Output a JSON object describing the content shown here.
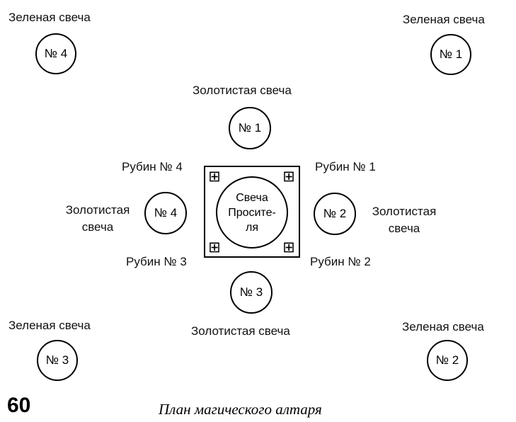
{
  "green_candle_label": "Зеленая свеча",
  "golden_candle_label": "Золотистая свеча",
  "golden_two_line": {
    "line1": "Золотистая",
    "line2": "свеча"
  },
  "green_candles": [
    "№ 1",
    "№ 2",
    "№ 3",
    "№ 4"
  ],
  "golden_candles": [
    "№ 1",
    "№ 2",
    "№ 3",
    "№ 4"
  ],
  "rubies": [
    "Рубин № 1",
    "Рубин № 2",
    "Рубин № 3",
    "Рубин № 4"
  ],
  "petitioner_candle": {
    "line1": "Свеча",
    "line2": "Просите-",
    "line3": "ля"
  },
  "page_number": "60",
  "caption": "План магического алтаря",
  "icons": {
    "ruby_marker": "square-cross-icon"
  }
}
